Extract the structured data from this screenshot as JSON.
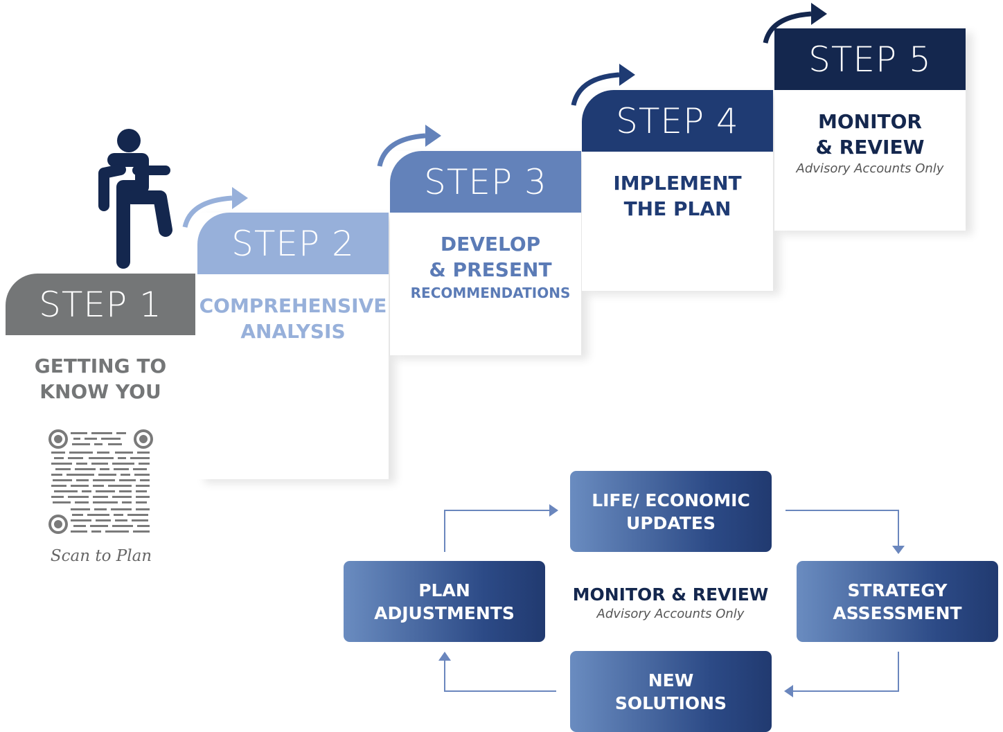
{
  "steps": [
    {
      "label": "STEP 1",
      "title_line1": "GETTING TO",
      "title_line2": "KNOW YOU",
      "color": "#747677",
      "title_color": "#747677"
    },
    {
      "label": "STEP 2",
      "title_line1": "COMPREHENSIVE",
      "title_line2": "ANALYSIS",
      "color": "#97b0da",
      "title_color": "#97b0da"
    },
    {
      "label": "STEP 3",
      "title_line1": "DEVELOP",
      "title_line2": "& PRESENT",
      "title_line3": "RECOMMENDATIONS",
      "color": "#6382ba",
      "title_color": "#5b7bb6"
    },
    {
      "label": "STEP 4",
      "title_line1": "IMPLEMENT",
      "title_line2": "THE PLAN",
      "color": "#1f3b73",
      "title_color": "#1f3b73"
    },
    {
      "label": "STEP 5",
      "title_line1": "MONITOR",
      "title_line2": "& REVIEW",
      "subtitle": "Advisory Accounts Only",
      "color": "#14274e",
      "title_color": "#14274e"
    }
  ],
  "qr_caption": "Scan to Plan",
  "cycle": {
    "center_title": "MONITOR & REVIEW",
    "center_subtitle": "Advisory Accounts Only",
    "top": {
      "line1": "LIFE/ ECONOMIC",
      "line2": "UPDATES"
    },
    "right": {
      "line1": "STRATEGY",
      "line2": "ASSESSMENT"
    },
    "bottom": {
      "line1": "NEW",
      "line2": "SOLUTIONS"
    },
    "left": {
      "line1": "PLAN",
      "line2": "ADJUSTMENTS"
    }
  },
  "colors": {
    "arrow": "#6a86bd",
    "navy": "#14274e"
  }
}
